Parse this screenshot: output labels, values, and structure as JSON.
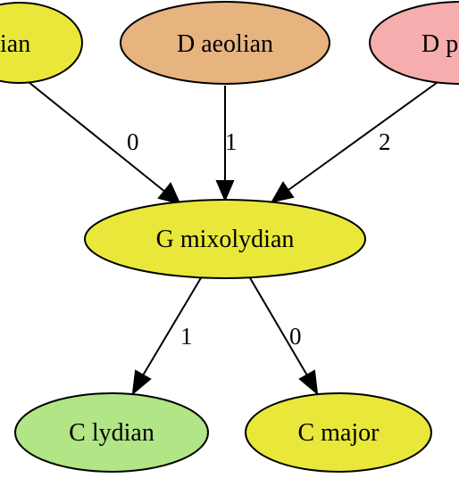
{
  "colors": {
    "yellow": "#e9e83a",
    "orange": "#e7b37f",
    "pink": "#f5adad",
    "green": "#b2e585",
    "stroke": "#000000",
    "background": "#ffffff"
  },
  "nodes": [
    {
      "id": "n_left_partial",
      "label": "ian",
      "fill": "#e9e83a"
    },
    {
      "id": "n_d_aeolian",
      "label": "D aeolian",
      "fill": "#e7b37f"
    },
    {
      "id": "n_d_partial",
      "label": "D p",
      "fill": "#f5adad"
    },
    {
      "id": "n_g_mixolydian",
      "label": "G mixolydian",
      "fill": "#e9e83a"
    },
    {
      "id": "n_c_lydian",
      "label": "C lydian",
      "fill": "#b2e585"
    },
    {
      "id": "n_c_major",
      "label": "C major",
      "fill": "#e9e83a"
    }
  ],
  "edges": [
    {
      "from": "n_left_partial",
      "to": "n_g_mixolydian",
      "label": "0"
    },
    {
      "from": "n_d_aeolian",
      "to": "n_g_mixolydian",
      "label": "1"
    },
    {
      "from": "n_d_partial",
      "to": "n_g_mixolydian",
      "label": "2"
    },
    {
      "from": "n_g_mixolydian",
      "to": "n_c_lydian",
      "label": "1"
    },
    {
      "from": "n_g_mixolydian",
      "to": "n_c_major",
      "label": "0"
    }
  ]
}
